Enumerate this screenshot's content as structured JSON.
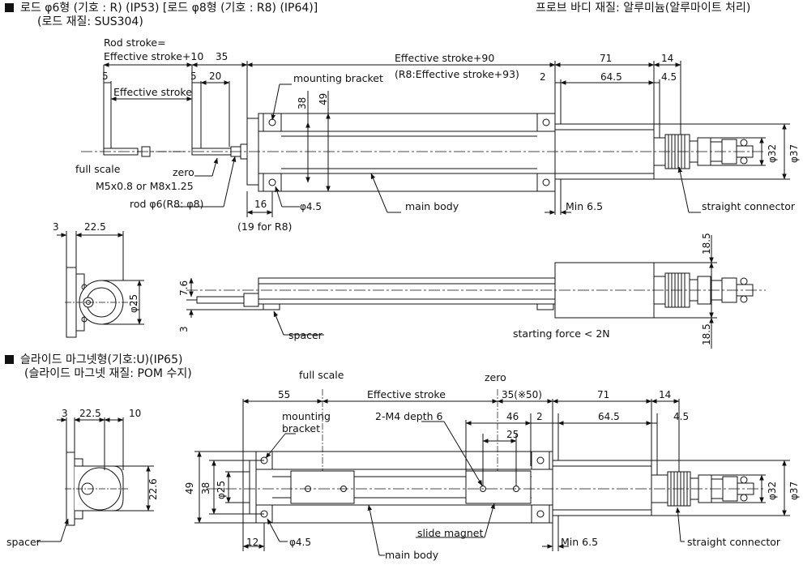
{
  "header": {
    "section1_line1": "로드 φ6형 (기호 : R) (IP53) [로드 φ8형 (기호 : R8) (IP64)]",
    "section1_line2": "(로드 재질: SUS304)",
    "probe_material": "프로브 바디 재질: 알루미늄(알루마이트 처리)",
    "section2_line1": "슬라이드 마그넷형(기호:U)(IP65)",
    "section2_line2": "(슬라이드 마그넷 재질: POM 수지)"
  },
  "drawing1": {
    "rod_stroke_1": "Rod stroke=",
    "rod_stroke_2": "Effective stroke+10",
    "d35": "35",
    "eff_plus90": "Effective stroke+90",
    "eff_plus93": "(R8:Effective stroke+93)",
    "d71": "71",
    "d14": "14",
    "d5a": "5",
    "d5b": "5",
    "d20": "20",
    "mounting_bracket": "mounting bracket",
    "d2": "2",
    "d64_5": "64.5",
    "d4_5": "4.5",
    "effective_stroke": "Effective stroke",
    "d38": "38",
    "d49": "49",
    "full_scale": "full scale",
    "zero": "zero",
    "thread": "M5x0.8 or M8x1.25",
    "rod": "rod φ6(R8: φ8)",
    "d16": "16",
    "hole": "φ4.5",
    "main_body": "main body",
    "min65": "Min 6.5",
    "straight_connector": "straight connector",
    "phi32": "φ32",
    "phi37": "φ37",
    "for_r8": "(19 for R8)"
  },
  "drawing2": {
    "d3": "3",
    "d22_5": "22.5",
    "phi25": "φ25",
    "d7_6": "7.6",
    "d3b": "3",
    "spacer": "spacer",
    "starting_force": "starting force < 2N",
    "d18_5a": "18.5",
    "d18_5b": "18.5"
  },
  "drawing3": {
    "full_scale": "full scale",
    "zero": "zero",
    "d55": "55",
    "effective_stroke": "Effective stroke",
    "d35x50": "35(※50)",
    "d71": "71",
    "d14": "14",
    "d3": "3",
    "d22_5": "22.5",
    "d10": "10",
    "mounting": "mounting",
    "bracket": "bracket",
    "depth": "2-M4 depth 6",
    "d46": "46",
    "d2": "2",
    "d64_5": "64.5",
    "d4_5": "4.5",
    "d25": "25",
    "d22_6": "22.6",
    "d49": "49",
    "d38": "38",
    "phi25": "φ25",
    "phi32": "φ32",
    "phi37": "φ37",
    "spacer": "spacer",
    "d12": "12",
    "hole": "φ4.5",
    "slide_magnet": "slide magnet",
    "min65": "Min 6.5",
    "straight_connector": "straight connector",
    "main_body": "main body"
  }
}
